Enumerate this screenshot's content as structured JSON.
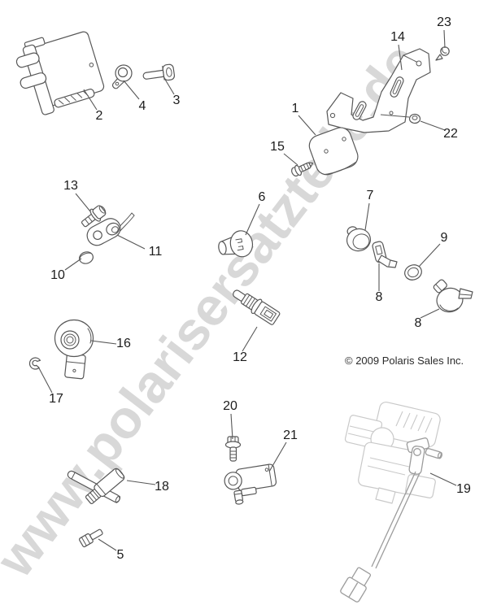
{
  "diagram": {
    "watermark_text": "www.polarisersatzteile.de",
    "copyright_text": "© 2009 Polaris Sales Inc."
  },
  "callouts": [
    {
      "ref": "1"
    },
    {
      "ref": "2"
    },
    {
      "ref": "3"
    },
    {
      "ref": "4"
    },
    {
      "ref": "5"
    },
    {
      "ref": "6"
    },
    {
      "ref": "7"
    },
    {
      "ref": "8"
    },
    {
      "ref": "8"
    },
    {
      "ref": "9"
    },
    {
      "ref": "10"
    },
    {
      "ref": "11"
    },
    {
      "ref": "12"
    },
    {
      "ref": "13"
    },
    {
      "ref": "14"
    },
    {
      "ref": "15"
    },
    {
      "ref": "16"
    },
    {
      "ref": "17"
    },
    {
      "ref": "18"
    },
    {
      "ref": "19"
    },
    {
      "ref": "20"
    },
    {
      "ref": "21"
    },
    {
      "ref": "22"
    },
    {
      "ref": "23"
    }
  ]
}
